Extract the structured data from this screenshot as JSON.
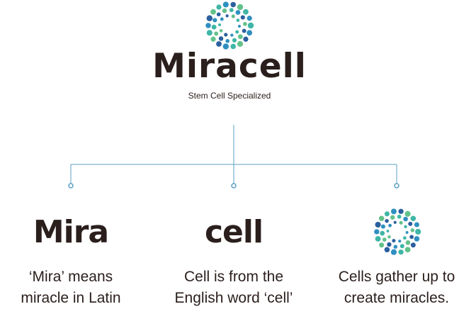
{
  "brand": {
    "name": "Miracell",
    "tagline": "Stem Cell Specialized"
  },
  "columns": [
    {
      "title": "Mira",
      "text_line1": "‘Mira’ means",
      "text_line2": "miracle in Latin"
    },
    {
      "title": "cell",
      "text_line1": "Cell is from the",
      "text_line2": "English word ‘cell’"
    },
    {
      "icon": "cell-cluster-icon",
      "text_line1": "Cells gather up to",
      "text_line2": "create  miracles."
    }
  ],
  "colors": {
    "text": "#2a1f1c",
    "connector": "#5b9fc4",
    "dot_teal": "#3fb6a6",
    "dot_blue": "#2f8fc0",
    "dot_navy": "#2b5f9e",
    "dot_green": "#63c18a"
  }
}
